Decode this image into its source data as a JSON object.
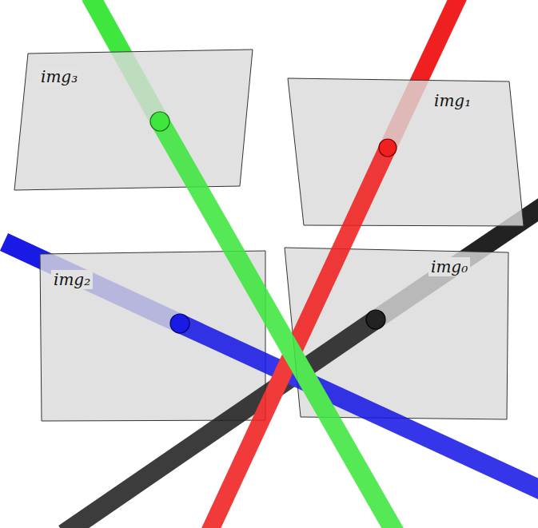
{
  "diagram": {
    "nodes": [
      {
        "text": [
          "img₃"
        ]
      },
      {
        "text": [
          "img₁"
        ]
      },
      {
        "text": [
          "img₂"
        ]
      },
      {
        "text": [
          "img₀"
        ]
      }
    ]
  }
}
